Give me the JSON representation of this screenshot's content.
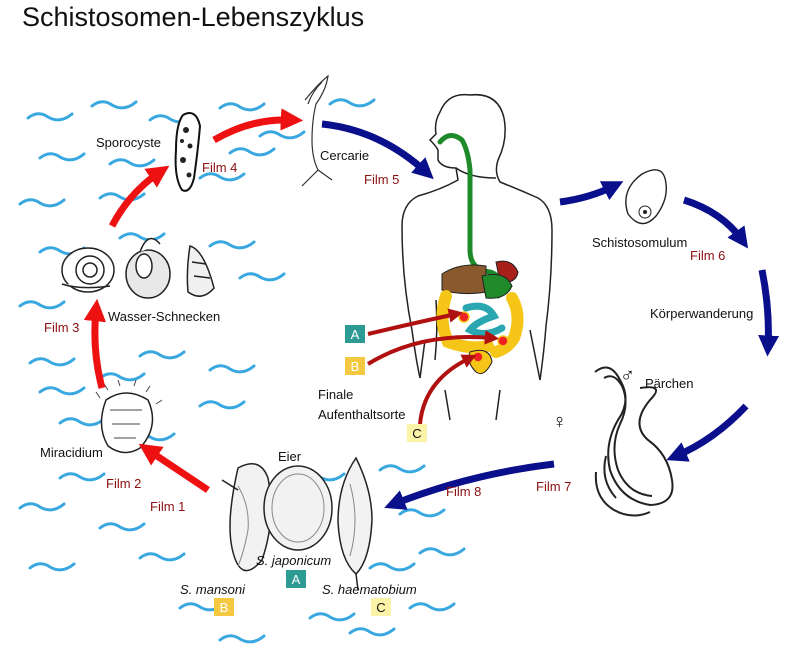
{
  "title": "Schistosomen-Lebenszyklus",
  "labels": {
    "sporocyste": "Sporocyste",
    "cercarie": "Cercarie",
    "schistosomulum": "Schistosomulum",
    "koerperwanderung": "Körperwanderung",
    "paerchen": "Pärchen",
    "wasser_schnecken": "Wasser-Schnecken",
    "miracidium": "Miracidium",
    "eier": "Eier",
    "finale": "Finale",
    "aufenthaltsorte": "Aufenthaltsorte",
    "male_symbol": "♂",
    "female_symbol": "♀"
  },
  "films": {
    "film1": "Film 1",
    "film2": "Film 2",
    "film3": "Film 3",
    "film4": "Film 4",
    "film5": "Film 5",
    "film6": "Film 6",
    "film7": "Film 7",
    "film8": "Film 8"
  },
  "species": {
    "japonicum": "S. japonicum",
    "mansoni": "S. mansoni",
    "haematobium": "S. haematobium"
  },
  "badges": {
    "a": "A",
    "b": "B",
    "c": "C"
  },
  "colors": {
    "red_arrow": "#ee1111",
    "dark_red_arrow": "#b01010",
    "blue_arrow": "#0a0f8c",
    "water": "#3aa8e0",
    "badge_a": "#2e9a94",
    "badge_b": "#f5c842",
    "badge_c": "#fbf3a8",
    "gut_green": "#1e8a2a",
    "intestine_yellow": "#f5c518",
    "intestine_teal": "#2aa6b0",
    "liver_brown": "#8a5a2e"
  }
}
